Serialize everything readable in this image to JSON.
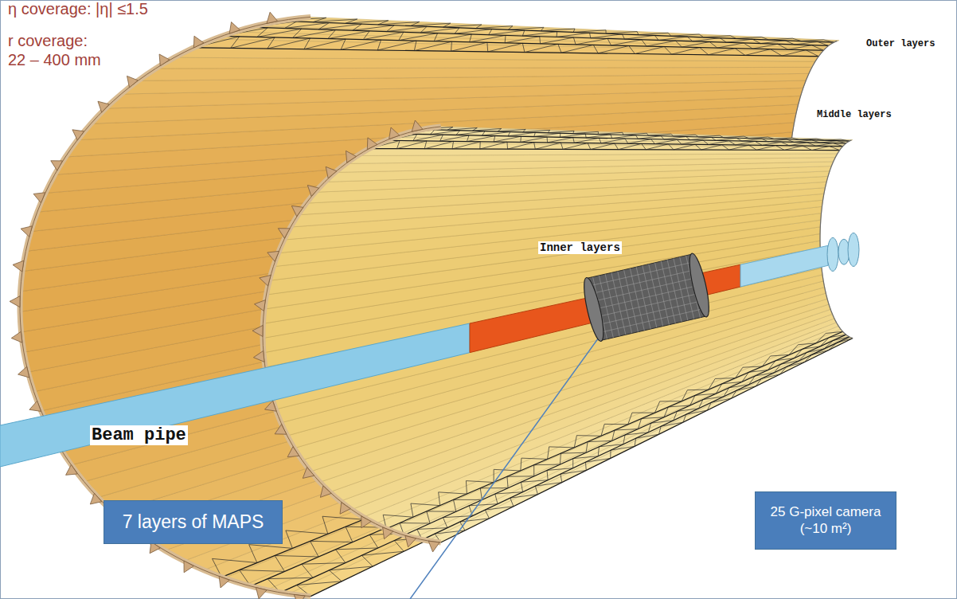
{
  "diagram": {
    "nodes": [
      {
        "text": [
          "7 layers of MAPS"
        ]
      },
      {
        "text": [
          "25 G-pixel camera (~10 m²)"
        ]
      }
    ],
    "labels": [
      "η coverage: |η| ≤1.5",
      "r coverage:",
      "22 – 400 mm",
      "Outer layers",
      "Middle layers",
      "Inner layers",
      "Beam pipe"
    ]
  }
}
